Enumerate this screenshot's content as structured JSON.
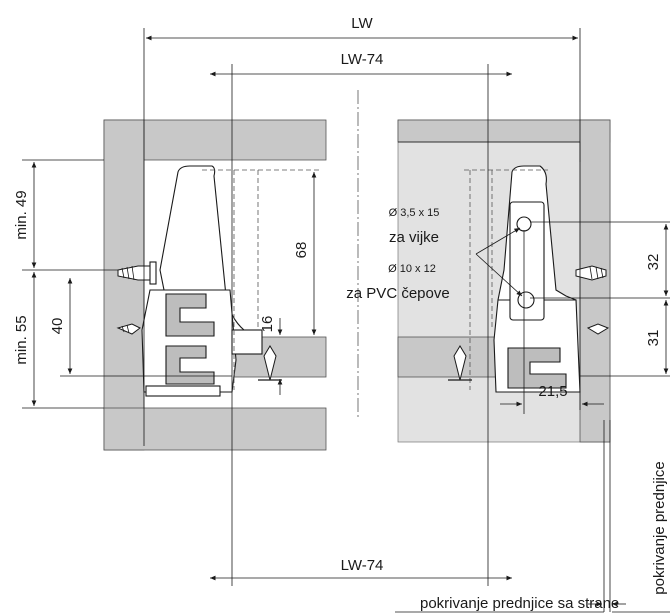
{
  "dimensions": {
    "lw": "LW",
    "lw74_top": "LW-74",
    "lw74_bottom": "LW-74",
    "min49": "min. 49",
    "min55": "min. 55",
    "d40": "40",
    "d68": "68",
    "d16": "16",
    "d32": "32",
    "d31": "31",
    "d21_5": "21,5"
  },
  "annotations": {
    "screw_hole_spec": "Ø 3,5 x 15",
    "screw_hole_text": "za vijke",
    "dowel_hole_spec": "Ø 10 x 12",
    "dowel_hole_text": "za PVC čepove",
    "side_overlay": "pokrivanje prednjice sa strane",
    "vertical_overlay": "pokrivanje prednjice"
  }
}
